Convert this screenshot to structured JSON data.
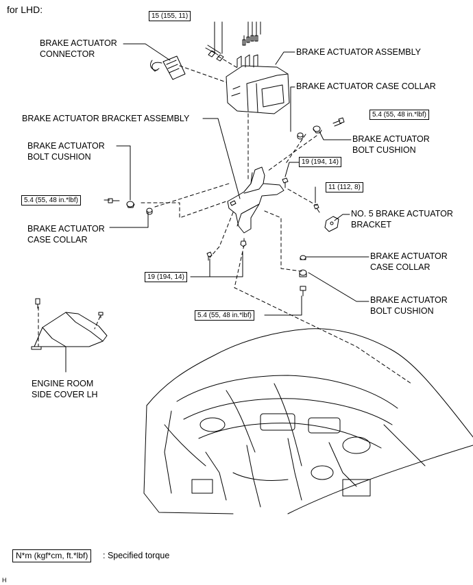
{
  "page_title": "for LHD:",
  "labels": {
    "connector": "BRAKE ACTUATOR\nCONNECTOR",
    "actuator_assembly": "BRAKE ACTUATOR ASSEMBLY",
    "collar_top_right": "BRAKE ACTUATOR CASE COLLAR",
    "bracket_assembly": "BRAKE ACTUATOR BRACKET ASSEMBLY",
    "cushion_right": "BRAKE ACTUATOR\nBOLT CUSHION",
    "cushion_left": "BRAKE ACTUATOR\nBOLT CUSHION",
    "no5_bracket": "NO. 5 BRAKE ACTUATOR\nBRACKET",
    "collar_left": "BRAKE ACTUATOR\nCASE COLLAR",
    "collar_lower_right": "BRAKE ACTUATOR\nCASE COLLAR",
    "cushion_lower_right": "BRAKE ACTUATOR\nBOLT CUSHION",
    "engine_cover": "ENGINE ROOM\nSIDE COVER LH"
  },
  "torques": {
    "brake_lines": "15 (155, 11)",
    "right_bolt": "5.4 (55, 48 in.*lbf)",
    "bracket_bolt": "19 (194, 14)",
    "no5_bolt": "11 (112, 8)",
    "left_bolt": "5.4 (55, 48 in.*lbf)",
    "lower_bracket_bolts": "19 (194, 14)",
    "lower_bolt": "5.4 (55, 48 in.*lbf)"
  },
  "legend": {
    "unit_box": "N*m (kgf*cm, ft.*lbf)",
    "text": ": Specified torque"
  },
  "figure_code": "H"
}
